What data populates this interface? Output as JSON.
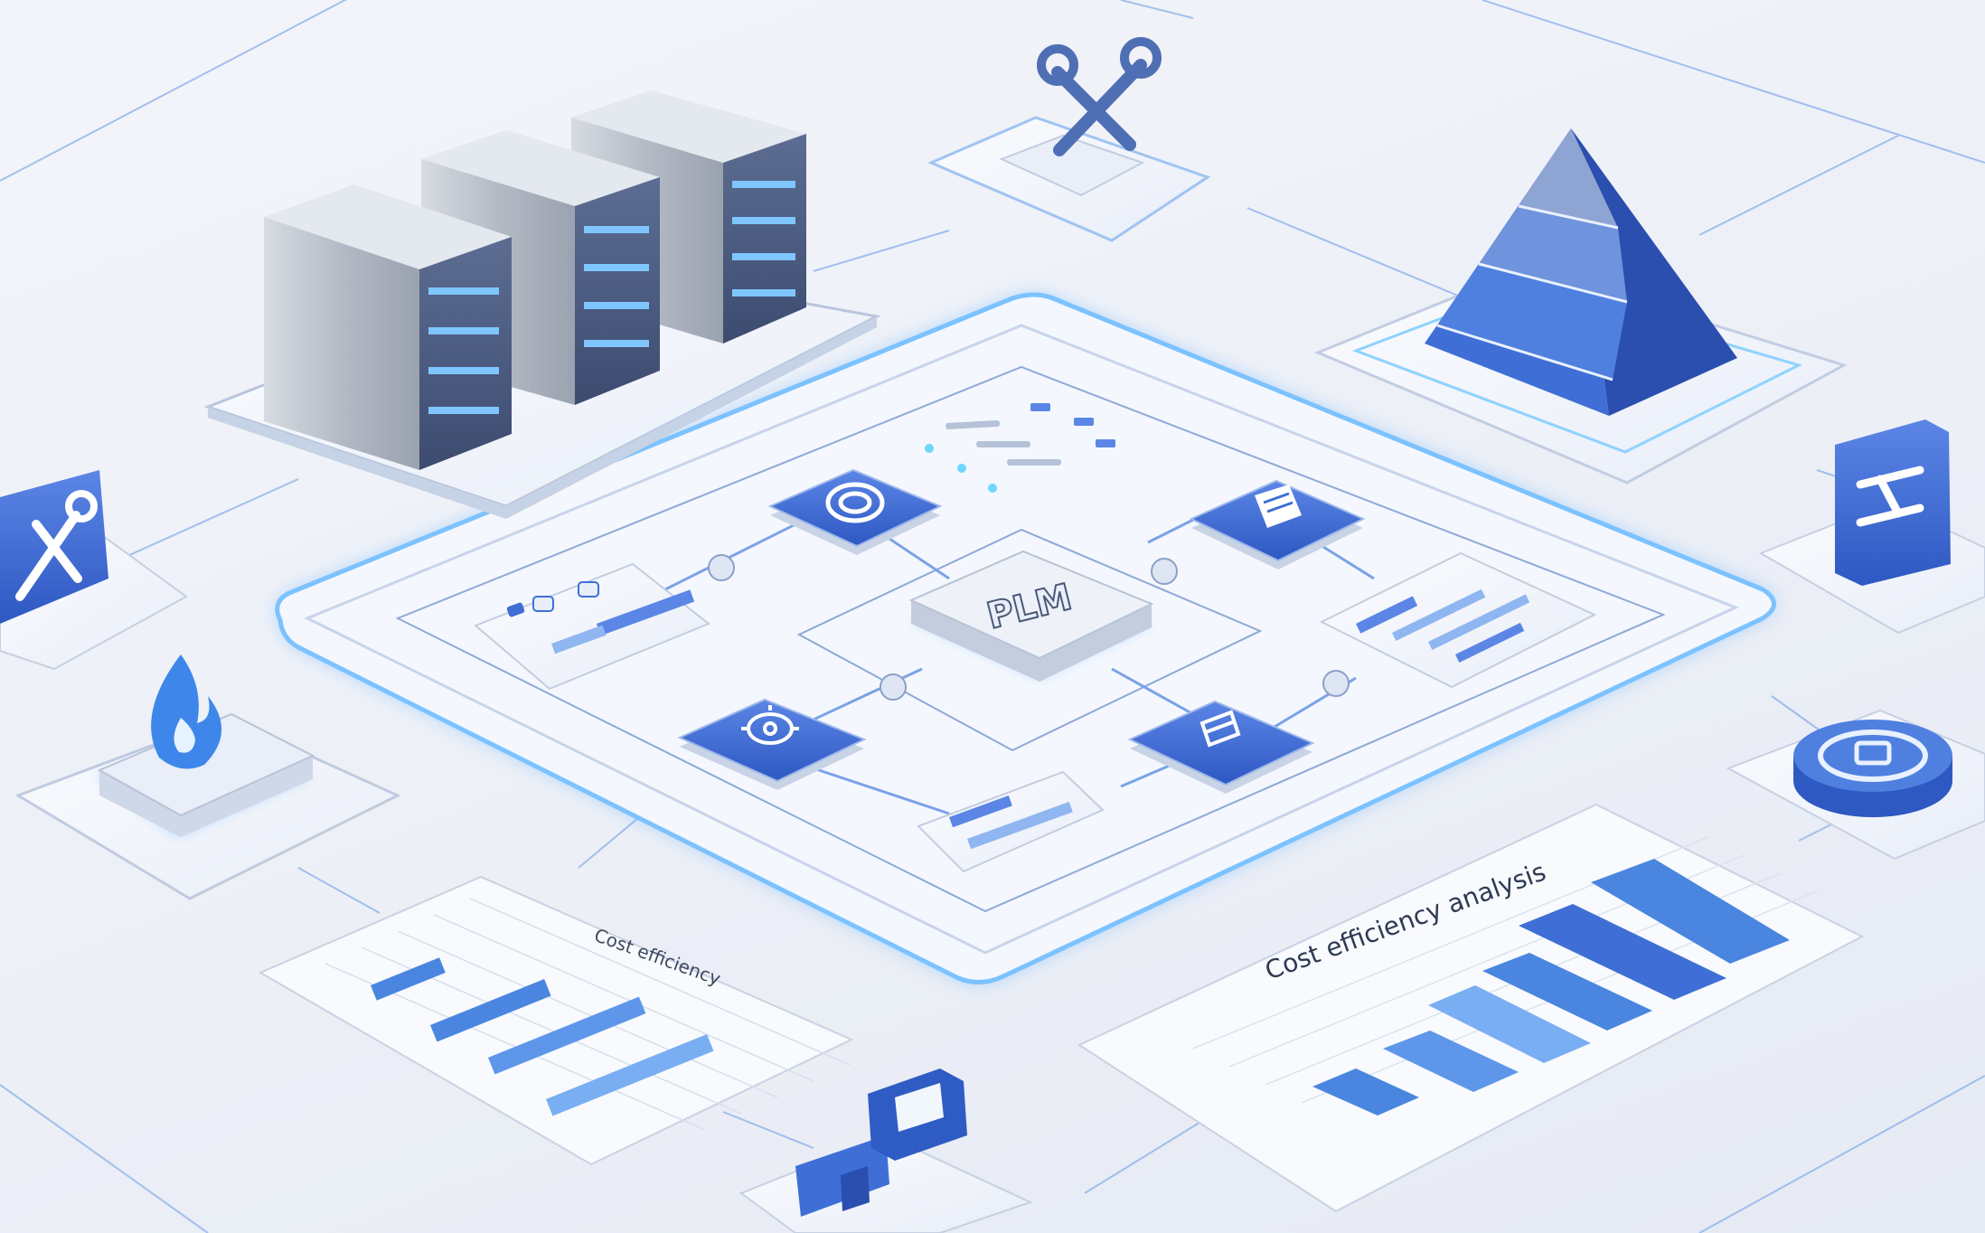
{
  "hub": {
    "label": "PLM"
  },
  "chart_right": {
    "title": "Cost efficiency analysis"
  },
  "chart_left": {
    "title": "Cost efficiency"
  },
  "colors": {
    "background": "#eef1f7",
    "primary_blue": "#3f6fd6",
    "deep_blue": "#2f5bc4",
    "light_blue": "#8fb6f0",
    "glow": "#6fb8ff",
    "panel": "#f7f9fd",
    "line": "#8fb1ec"
  },
  "icons": {
    "center_nodes": [
      "target-icon",
      "document-icon",
      "settings-gear-icon",
      "folder-icon"
    ],
    "satellites": [
      "server-rack-icon",
      "tools-icon",
      "pyramid-icon",
      "wrench-icon",
      "flame-icon",
      "connector-icon",
      "coin-icon",
      "hand-truck-icon"
    ]
  }
}
